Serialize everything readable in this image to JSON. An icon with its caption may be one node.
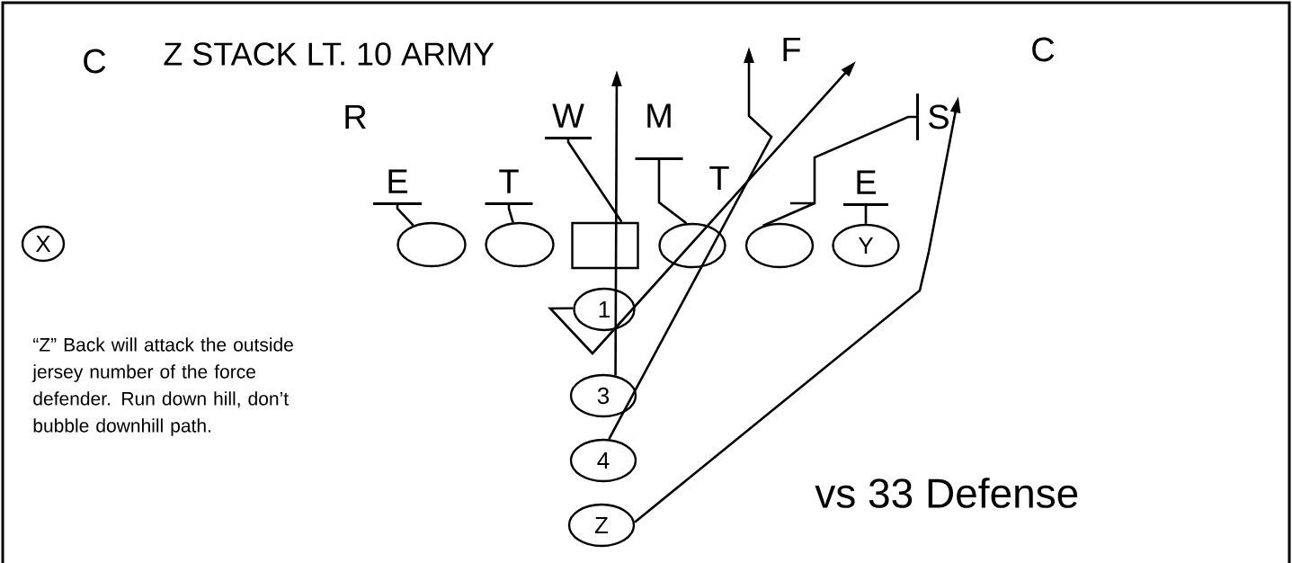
{
  "diagram": {
    "title": "Z STACK LT. 10 ARMY",
    "nodes": [
      {
        "text": [
          "X"
        ]
      },
      {
        "text": [],
        "shape": "ellipse"
      },
      {
        "text": [],
        "shape": "ellipse"
      },
      {
        "text": [],
        "shape": "box"
      },
      {
        "text": [],
        "shape": "ellipse"
      },
      {
        "text": [],
        "shape": "ellipse"
      },
      {
        "text": [
          "Y"
        ]
      },
      {
        "text": [
          "1"
        ]
      },
      {
        "text": [
          "3"
        ]
      },
      {
        "text": [
          "4"
        ]
      },
      {
        "text": [
          "Z"
        ]
      },
      {
        "text": [
          "W"
        ]
      },
      {
        "text": [
          "M"
        ]
      },
      {
        "text": [
          "S"
        ]
      },
      {
        "text": [
          "E"
        ]
      },
      {
        "text": [
          "T"
        ]
      },
      {
        "text": [
          "E"
        ]
      }
    ],
    "edges": [
      {
        "from": 1,
        "to": 14,
        "arrow": "other"
      },
      {
        "from": 2,
        "to": 15,
        "arrow": "other"
      },
      {
        "from": 3,
        "to": 11,
        "arrow": "other"
      },
      {
        "from": 4,
        "to": 12,
        "arrow": "other"
      },
      {
        "from": 5,
        "to": 13,
        "arrow": "other"
      },
      {
        "from": 6,
        "to": 16,
        "arrow": "other"
      },
      {
        "from": 7,
        "to": null,
        "arrow": "to"
      },
      {
        "from": 8,
        "to": null,
        "arrow": "to"
      },
      {
        "from": 9,
        "to": null,
        "arrow": "to"
      },
      {
        "from": 10,
        "to": 13,
        "arrow": "to"
      }
    ],
    "labels": [
      "C",
      "F",
      "C",
      "R",
      "T",
      "“Z” Back will attack the outside jersey number of the force defender. Run down hill, don’t bubble downhill path.",
      "vs 33 Defense"
    ]
  }
}
